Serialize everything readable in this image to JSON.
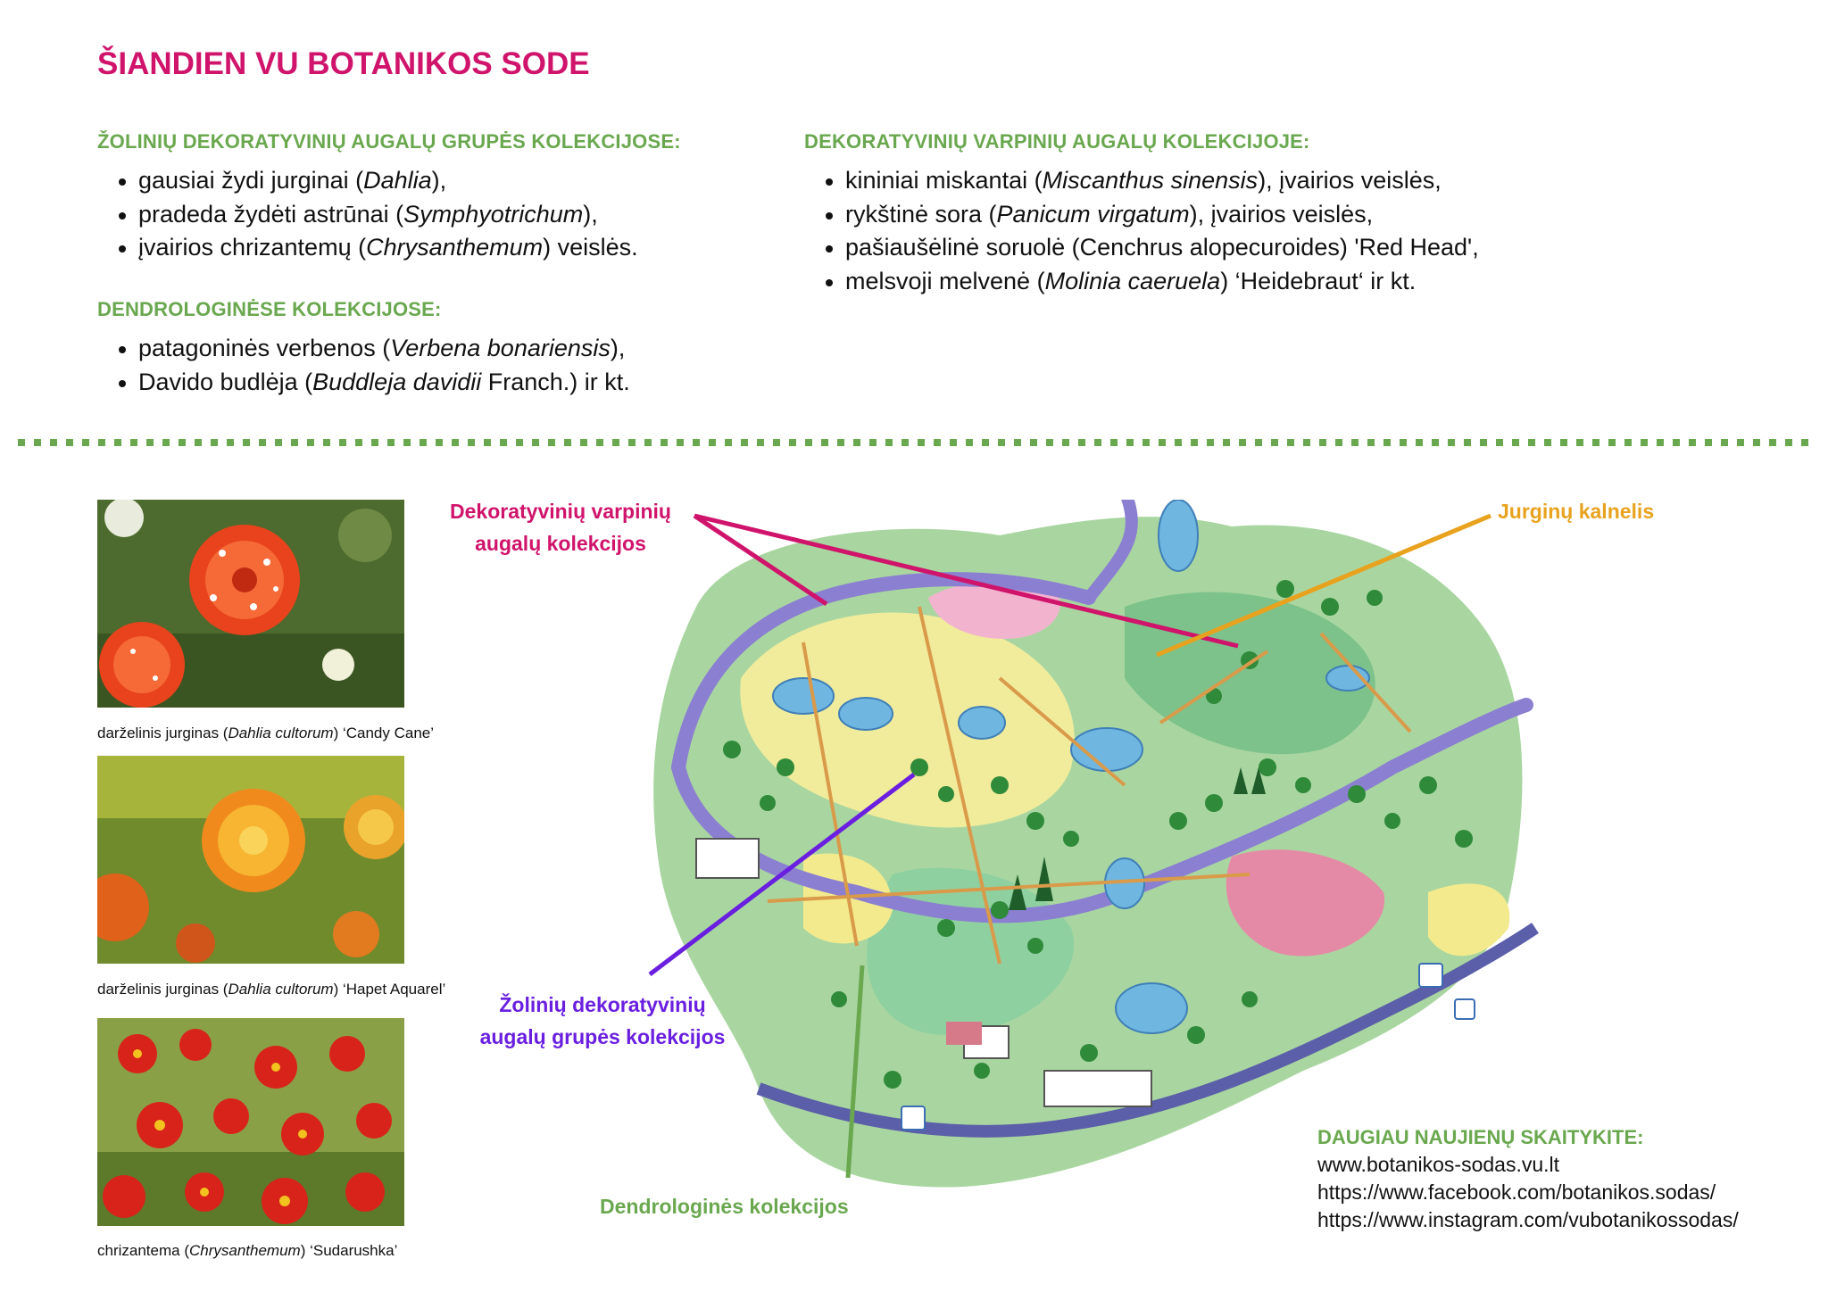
{
  "title": "ŠIANDIEN VU BOTANIKOS SODE",
  "section1": {
    "heading": "ŽOLINIŲ DEKORATYVINIŲ AUGALŲ GRUPĖS KOLEKCIJOSE:",
    "items": [
      {
        "pre": "gausiai žydi jurginai (",
        "latin": "Dahlia",
        "post": "),"
      },
      {
        "pre": "pradeda žydėti astrūnai (",
        "latin": "Symphyotrichum",
        "post": "),"
      },
      {
        "pre": "įvairios chrizantemų (",
        "latin": "Chrysanthemum",
        "post": ") veislės."
      }
    ]
  },
  "section2": {
    "heading": "DENDROLOGINĖSE KOLEKCIJOSE:",
    "items": [
      {
        "pre": "patagoninės verbenos (",
        "latin": "Verbena bonariensis",
        "post": "),"
      },
      {
        "pre": "Davido budlėja (",
        "latin": "Buddleja davidii",
        "post": " Franch.) ir kt."
      }
    ]
  },
  "section3": {
    "heading": "DEKORATYVINIŲ VARPINIŲ AUGALŲ KOLEKCIJOJE:",
    "items": [
      {
        "pre": "kininiai miskantai (",
        "latin": "Miscanthus sinensis",
        "post": "), įvairios veislės,"
      },
      {
        "pre": "rykštinė sora (",
        "latin": "Panicum virgatum",
        "post": "), įvairios veislės,"
      },
      {
        "pre": "pašiaušėlinė soruolė (Cenchrus alopecuroides) 'Red Head',",
        "latin": "",
        "post": ""
      },
      {
        "pre": "melsvoji melvenė (",
        "latin": "Molinia caeruela",
        "post": ") ‘Heidebraut‘ ir kt."
      }
    ]
  },
  "photos": [
    {
      "icon": "dahlia-candy-cane-photo",
      "pre": "darželinis jurginas (",
      "latin": "Dahlia cultorum",
      "post": ") ‘Candy Cane’"
    },
    {
      "icon": "dahlia-hapet-aquarel-photo",
      "pre": "darželinis jurginas (",
      "latin": "Dahlia cultorum",
      "post": ") ‘Hapet Aquarel’"
    },
    {
      "icon": "chrysanthemum-sudarushka-photo",
      "pre": "chrizantema (",
      "latin": "Chrysanthemum",
      "post": ") ‘Sudarushka’"
    }
  ],
  "callouts": {
    "grasses_line1": "Dekoratyvinių varpinių",
    "grasses_line2": "augalų kolekcijos",
    "dahlia_hill": "Jurginų kalnelis",
    "herbaceous_line1": "Žolinių dekoratyvinių",
    "herbaceous_line2": "augalų grupės kolekcijos",
    "dendro": "Dendrologinės kolekcijos"
  },
  "more": {
    "heading": "DAUGIAU NAUJIENŲ SKAITYKITE:",
    "links": [
      "www.botanikos-sodas.vu.lt",
      "https://www.facebook.com/botanikos.sodas/",
      "https://www.instagram.com/vubotanikossodas/"
    ]
  },
  "colors": {
    "title": "#d0136b",
    "heading_green": "#6aa84f",
    "grasses_line": "#d0136b",
    "dahlia_line": "#e8a21e",
    "herbaceous_line": "#6a1fe0",
    "dendro_line": "#6aa84f"
  }
}
